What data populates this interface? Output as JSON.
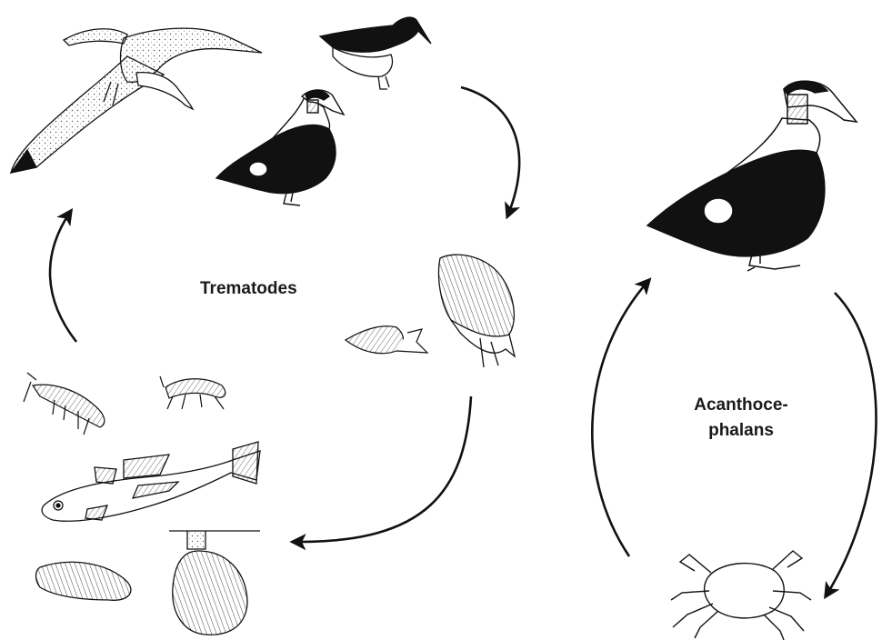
{
  "labels": {
    "trematodes": "Trematodes",
    "acanthocephalans_line1": "Acanthoce-",
    "acanthocephalans_line2": "phalans"
  },
  "colors": {
    "ink": "#111111",
    "paper": "#ffffff",
    "shade": "#777777"
  }
}
